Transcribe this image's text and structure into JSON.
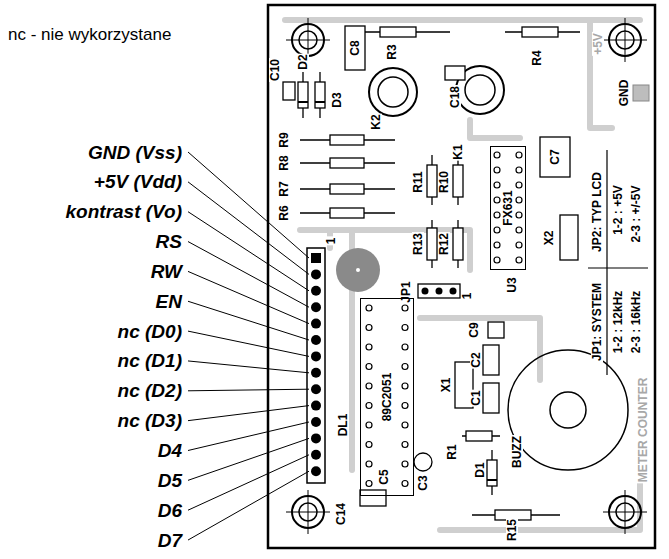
{
  "diagram": {
    "nodes": [
      {
        "text": [
          "FX631"
        ]
      },
      {
        "text": [
          "89C2051"
        ]
      }
    ],
    "labels": [
      "nc - nie wykorzystane",
      "GND (Vss)",
      "+5V (Vdd)",
      "kontrast (Vo)",
      "RS",
      "RW",
      "EN",
      "nc (D0)",
      "nc (D1)",
      "nc (D2)",
      "nc (D3)",
      "D4",
      "D5",
      "D6",
      "D7",
      "C10",
      "D2",
      "D3",
      "C8",
      "R3",
      "C18",
      "R4",
      "+5V",
      "GND",
      "K2",
      "K1",
      "R9",
      "R8",
      "R7",
      "R6",
      "R11",
      "R10",
      "C7",
      "R13",
      "R12",
      "X2",
      "U3",
      "1",
      "JP1",
      "1",
      "C9",
      "DL1",
      "X1",
      "C2",
      "C1",
      "R1",
      "D1",
      "C3",
      "C5",
      "C14",
      "BUZZ",
      "R15",
      "JP2: TYP LCD",
      "1-2 : +5V",
      "2-3 : +/-5V",
      "JP1: SYSTEM",
      "1-2 : 12kHz",
      "2-3 : 16kHz",
      "METER COUNTER"
    ]
  }
}
